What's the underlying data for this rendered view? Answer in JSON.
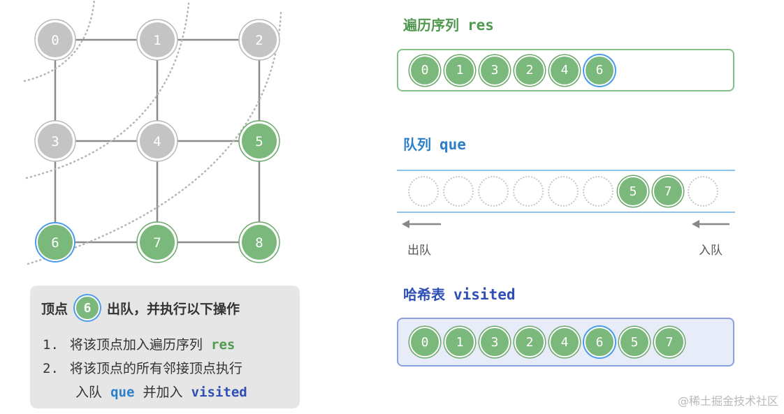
{
  "colors": {
    "visited_fill": "#7bb87b",
    "unvisited_fill": "#c4c4c4",
    "highlight_ring": "#4a9be8",
    "edge": "#8a8a8a"
  },
  "graph": {
    "nodes": [
      {
        "id": "0",
        "state": "unvisited"
      },
      {
        "id": "1",
        "state": "unvisited"
      },
      {
        "id": "2",
        "state": "unvisited"
      },
      {
        "id": "3",
        "state": "unvisited"
      },
      {
        "id": "4",
        "state": "unvisited"
      },
      {
        "id": "5",
        "state": "visited"
      },
      {
        "id": "6",
        "state": "current"
      },
      {
        "id": "7",
        "state": "visited"
      },
      {
        "id": "8",
        "state": "visited"
      }
    ],
    "edges": [
      [
        "0",
        "1"
      ],
      [
        "1",
        "2"
      ],
      [
        "3",
        "4"
      ],
      [
        "4",
        "5"
      ],
      [
        "6",
        "7"
      ],
      [
        "7",
        "8"
      ],
      [
        "0",
        "3"
      ],
      [
        "3",
        "6"
      ],
      [
        "1",
        "4"
      ],
      [
        "4",
        "7"
      ],
      [
        "2",
        "5"
      ],
      [
        "5",
        "8"
      ]
    ]
  },
  "legend": {
    "head_prefix": "顶点",
    "head_node": "6",
    "head_suffix": "出队，并执行以下操作",
    "item1_num": "1.",
    "item1_text": "将该顶点加入遍历序列",
    "item1_code": "res",
    "item2_num": "2.",
    "item2_text": "将该顶点的所有邻接顶点执行",
    "item2b_text1": "入队",
    "item2b_code1": "que",
    "item2b_text2": "并加入",
    "item2b_code2": "visited"
  },
  "res": {
    "title": "遍历序列",
    "code": "res",
    "items": [
      "0",
      "1",
      "3",
      "2",
      "4",
      "6"
    ],
    "highlight_index": 5
  },
  "queue": {
    "title": "队列",
    "code": "que",
    "slots": [
      "",
      "",
      "",
      "",
      "",
      "",
      "5",
      "7",
      ""
    ],
    "out_label": "出队",
    "in_label": "入队"
  },
  "visited": {
    "title": "哈希表",
    "code": "visited",
    "items": [
      "0",
      "1",
      "3",
      "2",
      "4",
      "6",
      "5",
      "7"
    ],
    "highlight_index": 5
  },
  "watermark": "@稀土掘金技术社区"
}
